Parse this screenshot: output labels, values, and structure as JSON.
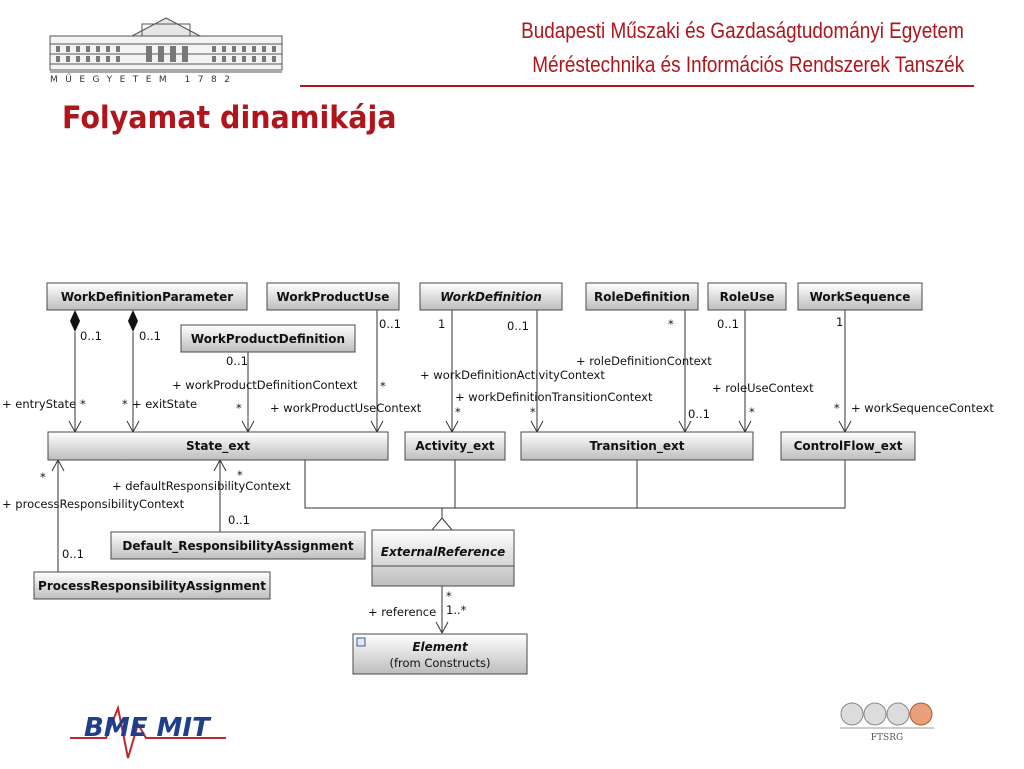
{
  "header": {
    "university": "Budapesti Műszaki és Gazdaságtudományi Egyetem",
    "department": "Méréstechnika és Információs Rendszerek Tanszék",
    "logo_text": "MŰEGYETEM 1782"
  },
  "slide": {
    "title": "Folyamat dinamikája"
  },
  "diagram": {
    "classes": {
      "work_definition_parameter": "WorkDefinitionParameter",
      "work_product_use": "WorkProductUse",
      "work_definition": "WorkDefinition",
      "role_definition": "RoleDefinition",
      "role_use": "RoleUse",
      "work_sequence": "WorkSequence",
      "work_product_definition": "WorkProductDefinition",
      "state_ext": "State_ext",
      "activity_ext": "Activity_ext",
      "transition_ext": "Transition_ext",
      "control_flow_ext": "ControlFlow_ext",
      "default_responsibility_assignment": "Default_ResponsibilityAssignment",
      "process_responsibility_assignment": "ProcessResponsibilityAssignment",
      "external_reference": "ExternalReference",
      "element": "Element",
      "element_sub": "(from Constructs)"
    },
    "roles": {
      "entry_state": "+ entryState",
      "exit_state": "+ exitState",
      "work_product_definition_context": "+ workProductDefinitionContext",
      "work_product_use_context": "+ workProductUseContext",
      "work_definition_activity_context": "+ workDefinitionActivityContext",
      "work_definition_transition_context": "+ workDefinitionTransitionContext",
      "role_definition_context": "+ roleDefinitionContext",
      "role_use_context": "+ roleUseContext",
      "work_sequence_context": "+ workSequenceContext",
      "default_responsibility_context": "+ defaultResponsibilityContext",
      "process_responsibility_context": "+ processResponsibilityContext",
      "reference": "+ reference"
    },
    "multiplicities": {
      "zero_one": "0..1",
      "many": "*",
      "one": "1",
      "one_many": "1..*"
    }
  },
  "footer": {
    "left_logo_text": "BME MIT",
    "right_logo_text": "FTSRG"
  }
}
